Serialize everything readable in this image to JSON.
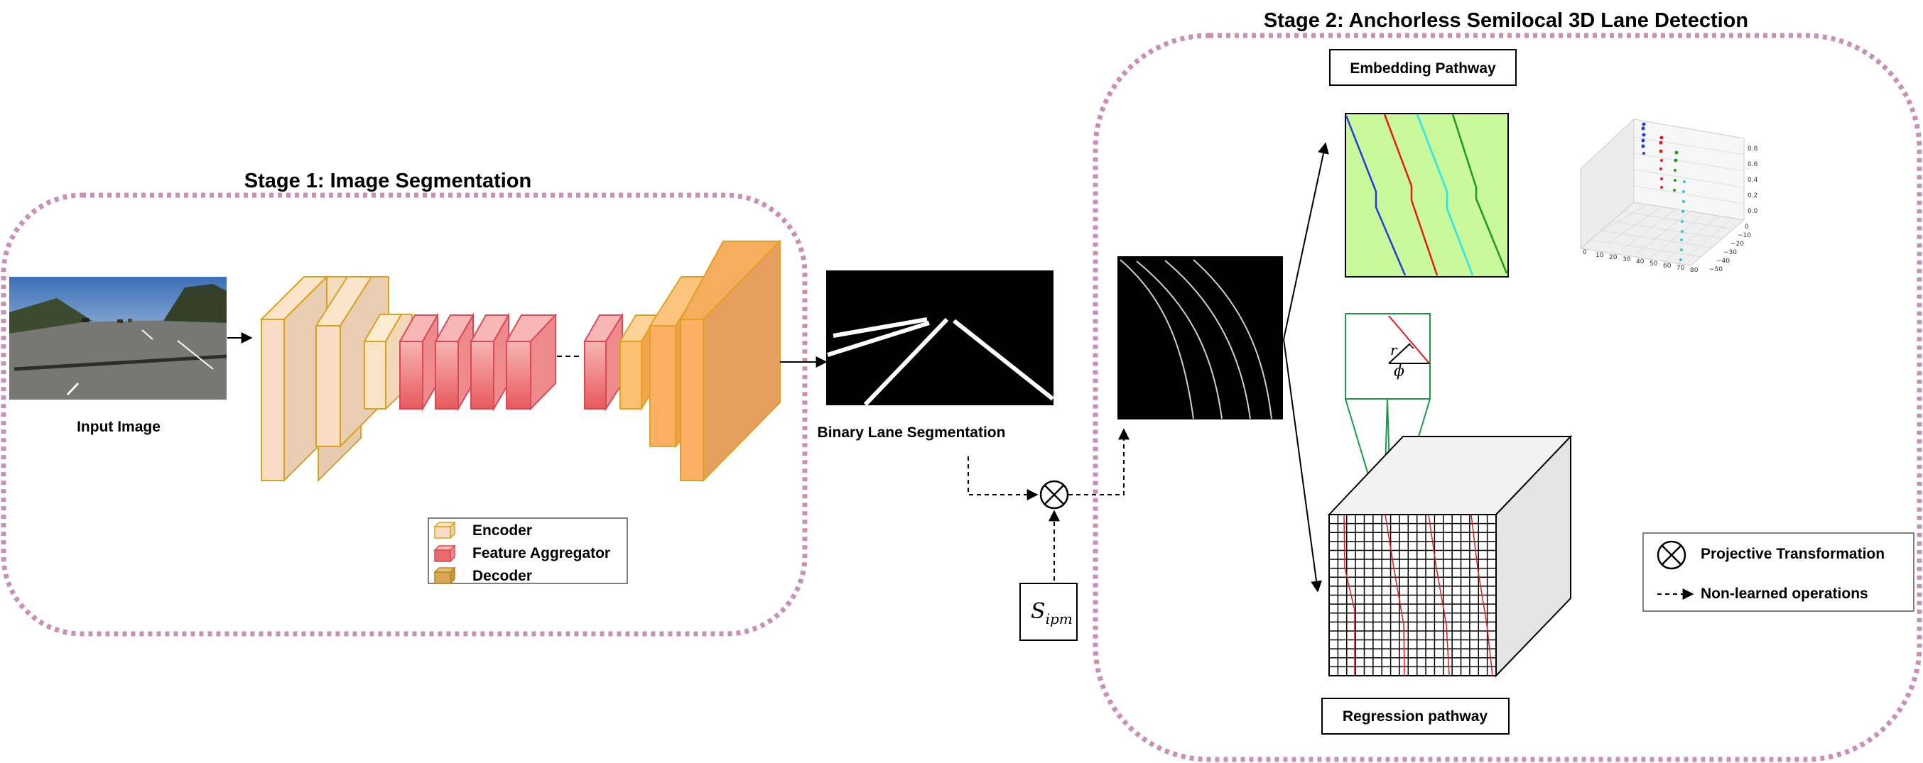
{
  "stage1": {
    "title": "Stage 1: Image Segmentation",
    "input_caption": "Input Image",
    "legend": [
      {
        "label": "Encoder",
        "color": "#f9dcc4"
      },
      {
        "label": "Feature Aggregator",
        "color": "#ea6b6e"
      },
      {
        "label": "Decoder",
        "color": "#d9a855"
      }
    ]
  },
  "middle": {
    "binary_caption": "Binary Lane Segmentation",
    "sipm_main": "S",
    "sipm_sub": "ipm"
  },
  "stage2": {
    "title": "Stage 2: Anchorless Semilocal 3D Lane Detection",
    "embedding_label": "Embedding Pathway",
    "regression_label": "Regression pathway",
    "cell_symbols": {
      "r": "r",
      "phi": "ϕ"
    },
    "legend": [
      {
        "label": "Projective Transformation",
        "icon": "circled-times-icon"
      },
      {
        "label": "Non-learned operations",
        "icon": "dashed-arrow-icon"
      }
    ],
    "plot3d": {
      "x_ticks": [
        "0",
        "10",
        "20",
        "30",
        "40",
        "50",
        "60",
        "70",
        "80"
      ],
      "y_ticks": [
        "0",
        "−10",
        "−20",
        "−30",
        "−40",
        "−50"
      ],
      "z_ticks": [
        "0.0",
        "0.2",
        "0.4",
        "0.6",
        "0.8"
      ]
    },
    "lane_colors": [
      "#1f3dd9",
      "#e8191b",
      "#27e8e8",
      "#1e9a1e"
    ]
  },
  "colors": {
    "dashed_border": "#c890b6",
    "encoder_fill": "#f9dcc4",
    "encoder_stroke": "#d8a21c",
    "aggregator_fill": "#ea6b6e",
    "decoder_fill": "#fbb064",
    "embedding_bg": "#c9f99a",
    "cell_green": "#1a9a47"
  }
}
